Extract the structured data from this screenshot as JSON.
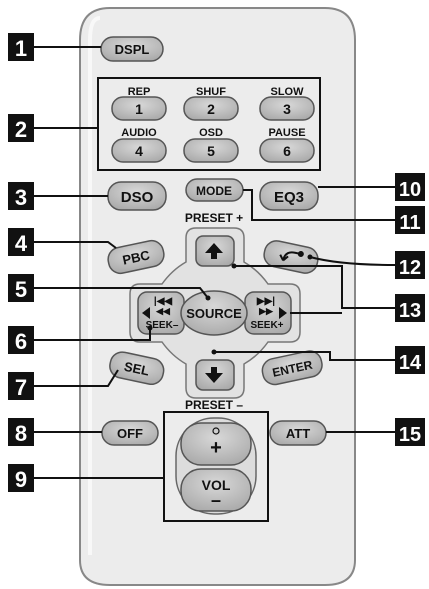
{
  "buttons": {
    "dspl": "DSPL",
    "rep": "REP",
    "rep_num": "1",
    "shuf": "SHUF",
    "shuf_num": "2",
    "slow": "SLOW",
    "slow_num": "3",
    "audio": "AUDIO",
    "audio_num": "4",
    "osd": "OSD",
    "osd_num": "5",
    "pause": "PAUSE",
    "pause_num": "6",
    "dso": "DSO",
    "mode": "MODE",
    "eq3": "EQ3",
    "preset_plus": "PRESET +",
    "pbc": "PBC",
    "source": "SOURCE",
    "seek_minus": "SEEK–",
    "seek_plus": "SEEK+",
    "sel": "SEL",
    "enter": "ENTER",
    "preset_minus": "PRESET –",
    "off": "OFF",
    "att": "ATT",
    "vol": "VOL",
    "vol_plus": "+",
    "vol_minus": "–"
  },
  "callouts": [
    "1",
    "2",
    "3",
    "4",
    "5",
    "6",
    "7",
    "8",
    "9",
    "10",
    "11",
    "12",
    "13",
    "14",
    "15"
  ],
  "colors": {
    "remote_body": "#ebebeb",
    "remote_outline": "#8a8a8a",
    "button_fill": "#bdbdbd",
    "button_outline": "#555555",
    "callout_bg": "#111111"
  }
}
